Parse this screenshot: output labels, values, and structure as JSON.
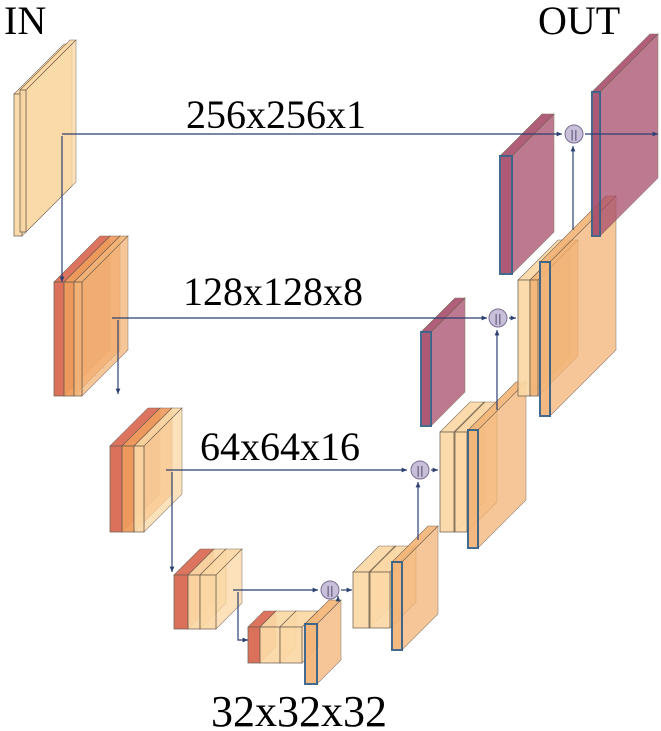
{
  "labels": {
    "input": "IN",
    "output": "OUT",
    "level1": "256x256x1",
    "level2": "128x128x8",
    "level3": "64x64x16",
    "bottleneck": "32x32x32"
  },
  "concat_symbol": "||",
  "colors": {
    "light": "#fbd8a4",
    "mid": "#f3b476",
    "orange": "#ef9a5a",
    "red": "#d9664e",
    "maroon": "#a84d6b",
    "blue": "#355f86",
    "arrow": "#2c3f70",
    "concat": "#c8bfd8"
  }
}
